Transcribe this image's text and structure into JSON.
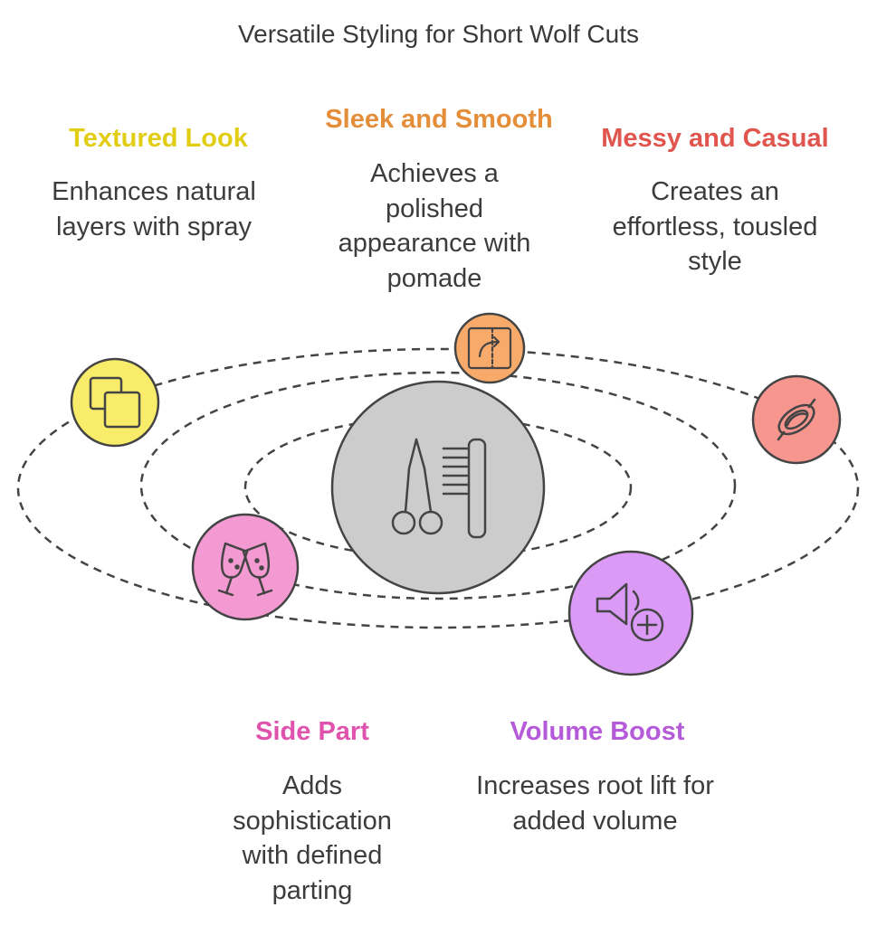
{
  "title": "Versatile Styling for Short Wolf Cuts",
  "center": {
    "icon": "scissors-comb-icon",
    "color": "#cccccc"
  },
  "items": [
    {
      "key": "textured",
      "heading": "Textured Look",
      "description": "Enhances natural layers with spray",
      "color": "#f9ec6a",
      "heading_color": "#e2cd15",
      "icon": "copy-squares-icon"
    },
    {
      "key": "sleek",
      "heading": "Sleek and Smooth",
      "description": "Achieves a polished appearance with pomade",
      "color": "#f7aa6a",
      "heading_color": "#e58e3a",
      "icon": "door-open-icon"
    },
    {
      "key": "messy",
      "heading": "Messy and Casual",
      "description": "Creates an effortless, tousled style",
      "color": "#f7968e",
      "heading_color": "#e0554e",
      "icon": "rope-knot-icon"
    },
    {
      "key": "side_part",
      "heading": "Side Part",
      "description": "Adds sophistication with defined parting",
      "color": "#f39ad2",
      "heading_color": "#e053ad",
      "icon": "champagne-glasses-icon"
    },
    {
      "key": "volume",
      "heading": "Volume Boost",
      "description": "Increases root lift for added volume",
      "color": "#da9af5",
      "heading_color": "#b55ad8",
      "icon": "volume-plus-icon"
    }
  ]
}
